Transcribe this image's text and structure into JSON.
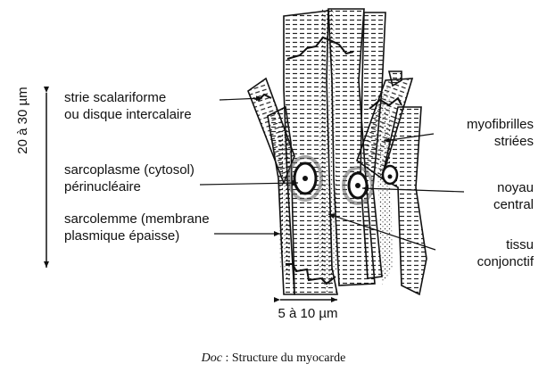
{
  "labels": {
    "strie_line1": "strie scalariforme",
    "strie_line2": "ou disque intercalaire",
    "sarcoplasme_line1": "sarcoplasme (cytosol)",
    "sarcoplasme_line2": "périnucléaire",
    "sarcolemme_line1": "sarcolemme (membrane",
    "sarcolemme_line2": "plasmique épaisse)",
    "myofibrilles_line1": "myofibrilles",
    "myofibrilles_line2": "striées",
    "noyau_line1": "noyau",
    "noyau_line2": "central",
    "tissu_line1": "tissu",
    "tissu_line2": "conjonctif"
  },
  "dimensions": {
    "height": "20 à 30 µm",
    "width": "5 à 10 µm"
  },
  "caption": {
    "prefix": "Doc",
    "text": " : Structure du myocarde"
  }
}
